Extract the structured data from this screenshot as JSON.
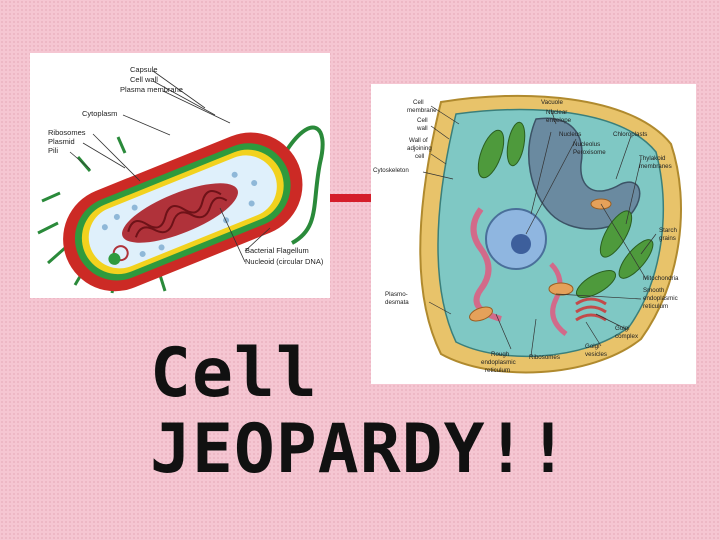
{
  "title": {
    "line1": "Cell",
    "line2": "JEOPARDY!!"
  },
  "prokaryote_diagram": {
    "labels": {
      "capsule": "Capsule",
      "cell_wall": "Cell wall",
      "plasma_membrane": "Plasma membrane",
      "cytoplasm": "Cytoplasm",
      "ribosomes": "Ribosomes",
      "plasmid": "Plasmid",
      "pili": "Pili",
      "flagellum": "Bacterial Flagellum",
      "nucleoid": "Nucleoid (circular DNA)"
    }
  },
  "eukaryote_diagram": {
    "labels": {
      "cell_membrane_1": "Cell",
      "cell_membrane_2": "membrane",
      "cell_wall_1": "Cell",
      "cell_wall_2": "wall",
      "adjoining_1": "Wall of",
      "adjoining_2": "adjoining",
      "adjoining_3": "cell",
      "cytoskeleton": "Cytoskeleton",
      "vacuole": "Vacuole",
      "nuclear_envelope_1": "Nuclear",
      "nuclear_envelope_2": "envelope",
      "nucleus": "Nucleus",
      "nucleolus": "Nucleolus",
      "peroxisome": "Peroxisome",
      "chloroplasts": "Chloroplasts",
      "thylakoid_1": "Thylakoid",
      "thylakoid_2": "membranes",
      "starch_1": "Starch",
      "starch_2": "grains",
      "plasmodesmata_1": "Plasmo-",
      "plasmodesmata_2": "desmata",
      "mitochondria": "Mitochondria",
      "smooth_er_1": "Smooth",
      "smooth_er_2": "endoplasmic",
      "smooth_er_3": "reticulum",
      "golgi_complex_1": "Golgi",
      "golgi_complex_2": "complex",
      "golgi_vesicles_1": "Golgi",
      "golgi_vesicles_2": "vesicles",
      "rough_er_1": "Rough",
      "rough_er_2": "endoplasmic",
      "rough_er_3": "reticulum",
      "ribosomes": "Ribosomes"
    }
  },
  "colors": {
    "background": "#f5c6d2",
    "connector": "#d41e2a",
    "title": "#111111"
  }
}
